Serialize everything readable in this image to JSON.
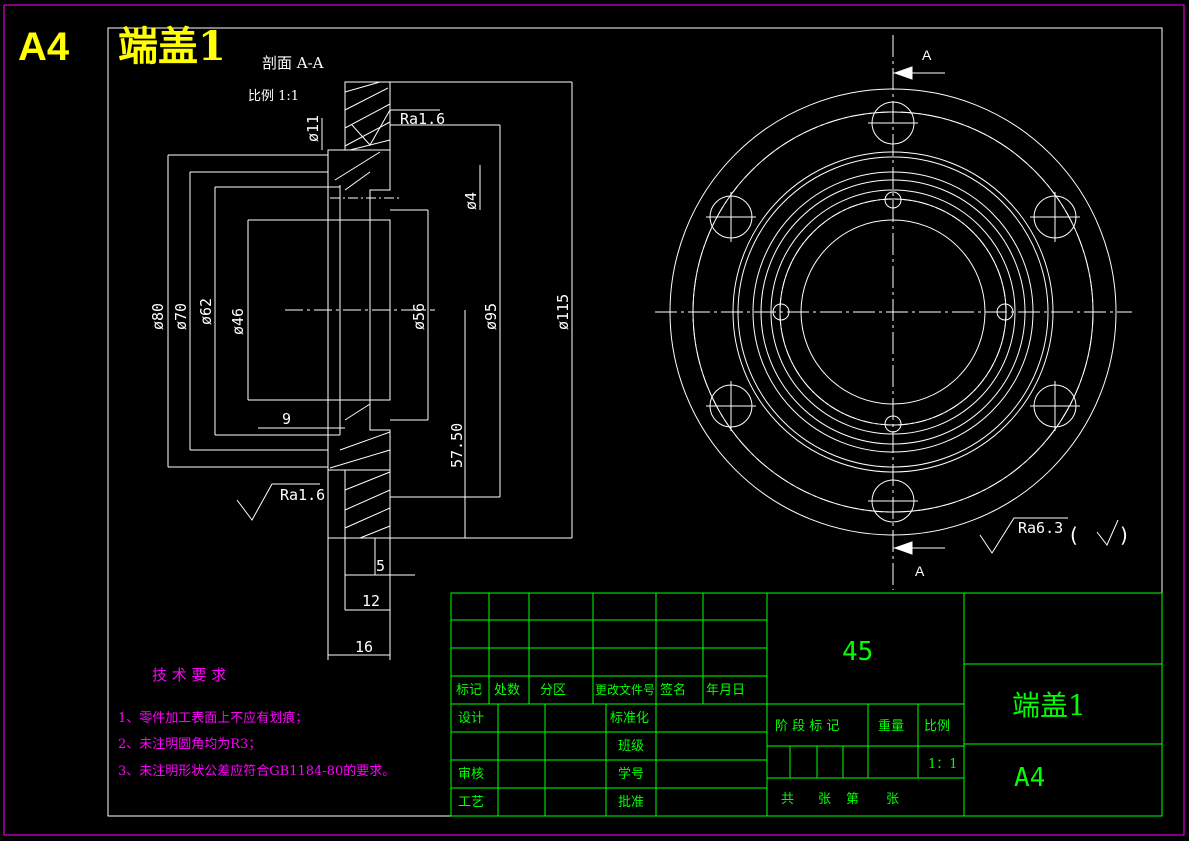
{
  "header": {
    "format": "A4",
    "title": "端盖1"
  },
  "section_view": {
    "title": "剖面 A-A",
    "scale": "比例 1:1",
    "dims": {
      "d80": "ø80",
      "d70": "ø70",
      "d62": "ø62",
      "d46": "ø46",
      "d56": "ø56",
      "d95": "ø95",
      "d115": "ø115",
      "d11": "ø11",
      "d4": "ø4",
      "r5750": "57.50",
      "w9": "9",
      "w5": "5",
      "w12": "12",
      "w16": "16"
    },
    "roughness_top": "Ra1.6",
    "roughness_left": "Ra1.6"
  },
  "front_view": {
    "arrow_top": "A",
    "arrow_bottom": "A"
  },
  "roughness_general": {
    "label": "Ra6.3",
    "paren": "(",
    "paren_close": ")"
  },
  "tech_requirements": {
    "title": "技 术 要 求",
    "items": [
      "1、零件加工表面上不应有划痕；",
      "2、未注明圆角均为R3；",
      "3、未注明形状公差应符合GB1184-80的要求。"
    ]
  },
  "title_block": {
    "material": "45",
    "part_name": "端盖1",
    "sheet_size": "A4",
    "headers": [
      "标记",
      "处数",
      "分区",
      "更改文件号",
      "签名",
      "年月日"
    ],
    "design": "设计",
    "standardize": "标准化",
    "review": "审核",
    "process": "工艺",
    "class": "班级",
    "student_no": "学号",
    "approve": "批准",
    "stage_mark": "阶 段 标 记",
    "weight": "重量",
    "scale": "比例",
    "scale_value": "1：1",
    "total": "共",
    "sheets": "张",
    "sheet_no": "第",
    "sheets2": "张"
  },
  "colors": {
    "frame": "#ff00ff",
    "lines": "#ffffff",
    "table": "#00ff00",
    "text_green": "#00ff00",
    "header_yellow": "#ffff00",
    "tech_text": "#ff00ff"
  }
}
